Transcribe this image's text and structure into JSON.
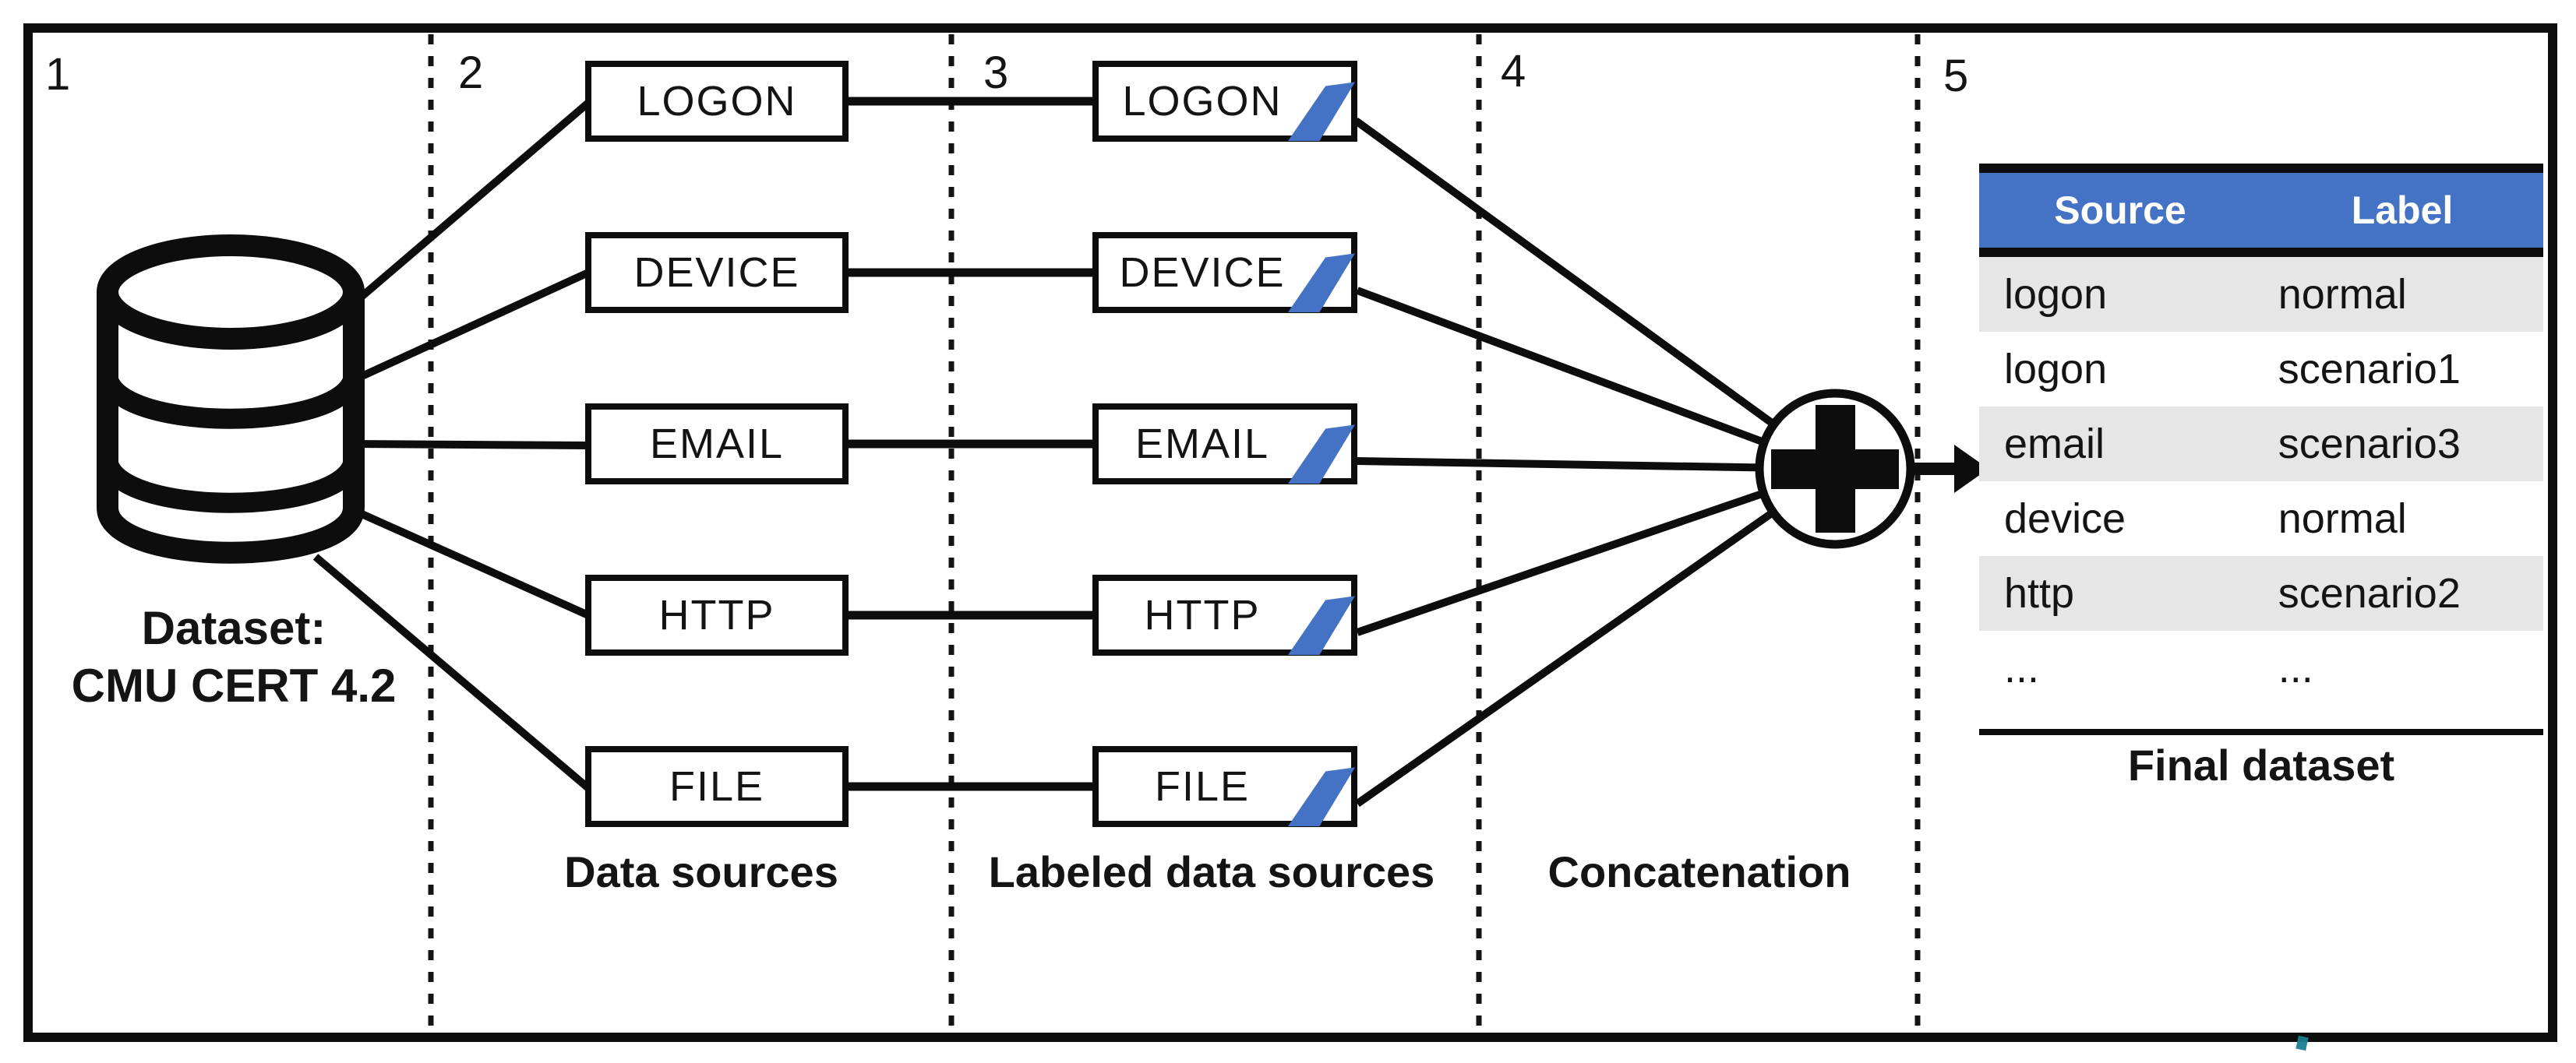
{
  "diagram": {
    "sections": [
      {
        "number": "1",
        "caption": ""
      },
      {
        "number": "2",
        "caption": "Data sources"
      },
      {
        "number": "3",
        "caption": "Labeled data sources"
      },
      {
        "number": "4",
        "caption": "Concatenation"
      },
      {
        "number": "5",
        "caption": ""
      }
    ],
    "database": {
      "title_line1": "Dataset:",
      "title_line2": "CMU CERT 4.2"
    },
    "data_sources": [
      "LOGON",
      "DEVICE",
      "EMAIL",
      "HTTP",
      "FILE"
    ],
    "labeled_data_sources": [
      "LOGON",
      "DEVICE",
      "EMAIL",
      "HTTP",
      "FILE"
    ],
    "final_table": {
      "headers": [
        "Source",
        "Label"
      ],
      "rows": [
        [
          "logon",
          "normal"
        ],
        [
          "logon",
          "scenario1"
        ],
        [
          "email",
          "scenario3"
        ],
        [
          "device",
          "normal"
        ],
        [
          "http",
          "scenario2"
        ],
        [
          "...",
          "..."
        ]
      ],
      "caption": "Final dataset"
    },
    "colors": {
      "accent_blue": "#4472C4",
      "row_gray": "#E7E6E6",
      "line_black": "#0d0d0d",
      "artifact_teal": "#1b7f8f"
    }
  }
}
